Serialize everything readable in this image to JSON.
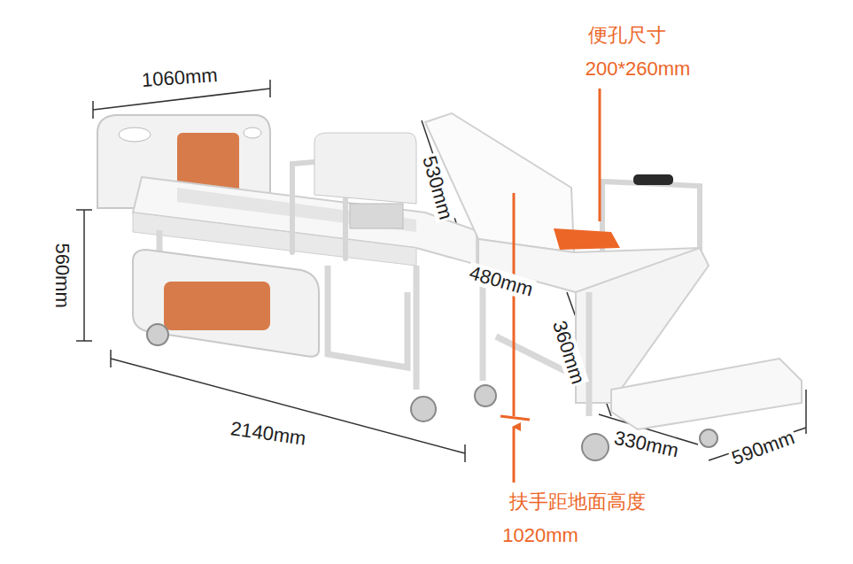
{
  "diagram": {
    "labels": [
      "便孔尺寸",
      "200*260mm",
      "1060mm",
      "530mm",
      "560mm",
      "480mm",
      "360mm",
      "2140mm",
      "330mm",
      "590mm",
      "扶手距地面高度",
      "1020mm"
    ]
  }
}
